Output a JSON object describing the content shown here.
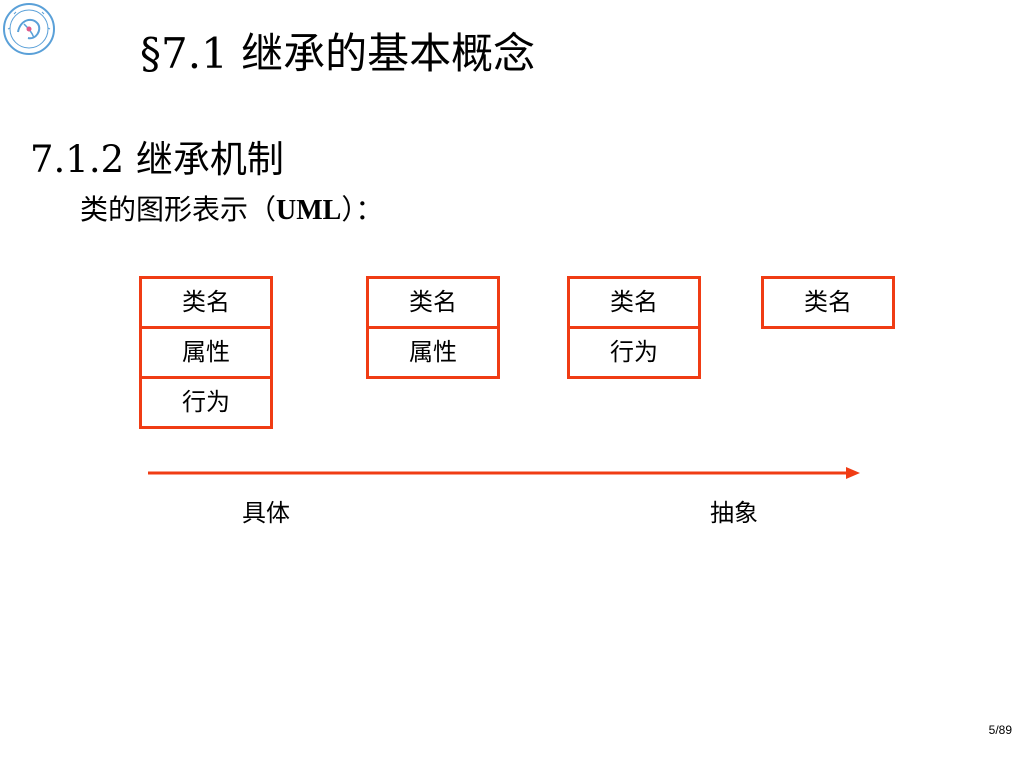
{
  "slide": {
    "title": "§7.1 继承的基本概念",
    "section_heading": "7.1.2 继承机制",
    "subheading_prefix": "类的图形表示（",
    "subheading_acronym": "UML",
    "subheading_suffix": "）："
  },
  "logo": {
    "icon": "university-seal-icon",
    "colors": {
      "ring": "#5aa0d8",
      "accent": "#e05a8a"
    }
  },
  "uml_boxes": [
    {
      "rows": [
        "类名",
        "属性",
        "行为"
      ]
    },
    {
      "rows": [
        "类名",
        "属性"
      ]
    },
    {
      "rows": [
        "类名",
        "行为"
      ]
    },
    {
      "rows": [
        "类名"
      ]
    }
  ],
  "axis": {
    "left_label": "具体",
    "right_label": "抽象",
    "direction": "left-to-right"
  },
  "colors": {
    "border_accent": "#f03c14",
    "text": "#000000",
    "background": "#ffffff"
  },
  "page_number": "5/89"
}
